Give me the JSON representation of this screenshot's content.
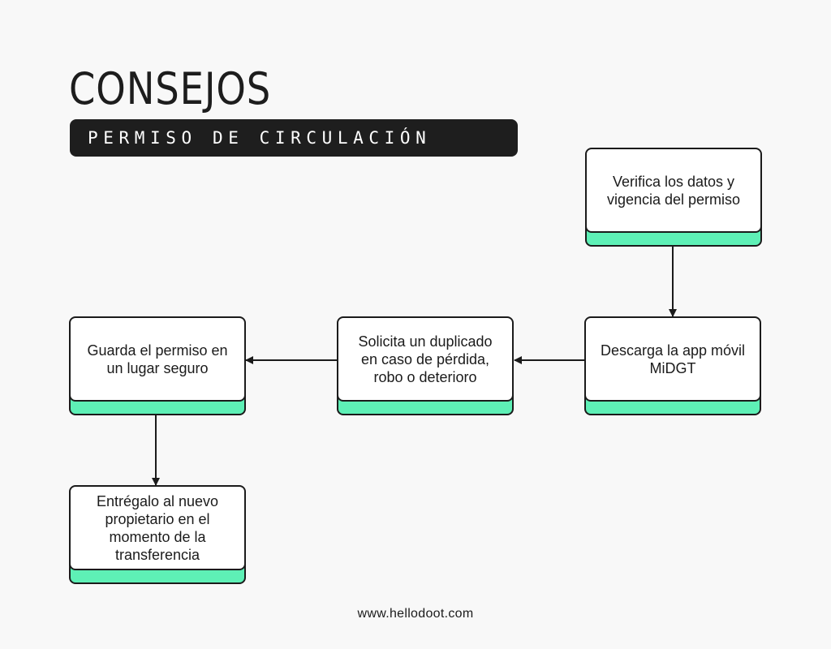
{
  "header": {
    "title": "CONSEJOS",
    "subtitle": "PERMISO DE CIRCULACIÓN"
  },
  "steps": [
    {
      "label": "Verifica los datos y vigencia del permiso"
    },
    {
      "label": "Descarga la app móvil MiDGT"
    },
    {
      "label": "Solicita un duplicado en caso de pérdida, robo o deterioro"
    },
    {
      "label": "Guarda el permiso en un lugar seguro"
    },
    {
      "label": "Entrégalo al nuevo propietario en el momento de la transferencia"
    }
  ],
  "footer": {
    "url": "www.hellodoot.com"
  },
  "colors": {
    "background": "#f8f8f8",
    "accent": "#5ef0b6",
    "dark": "#1e1e1e"
  }
}
